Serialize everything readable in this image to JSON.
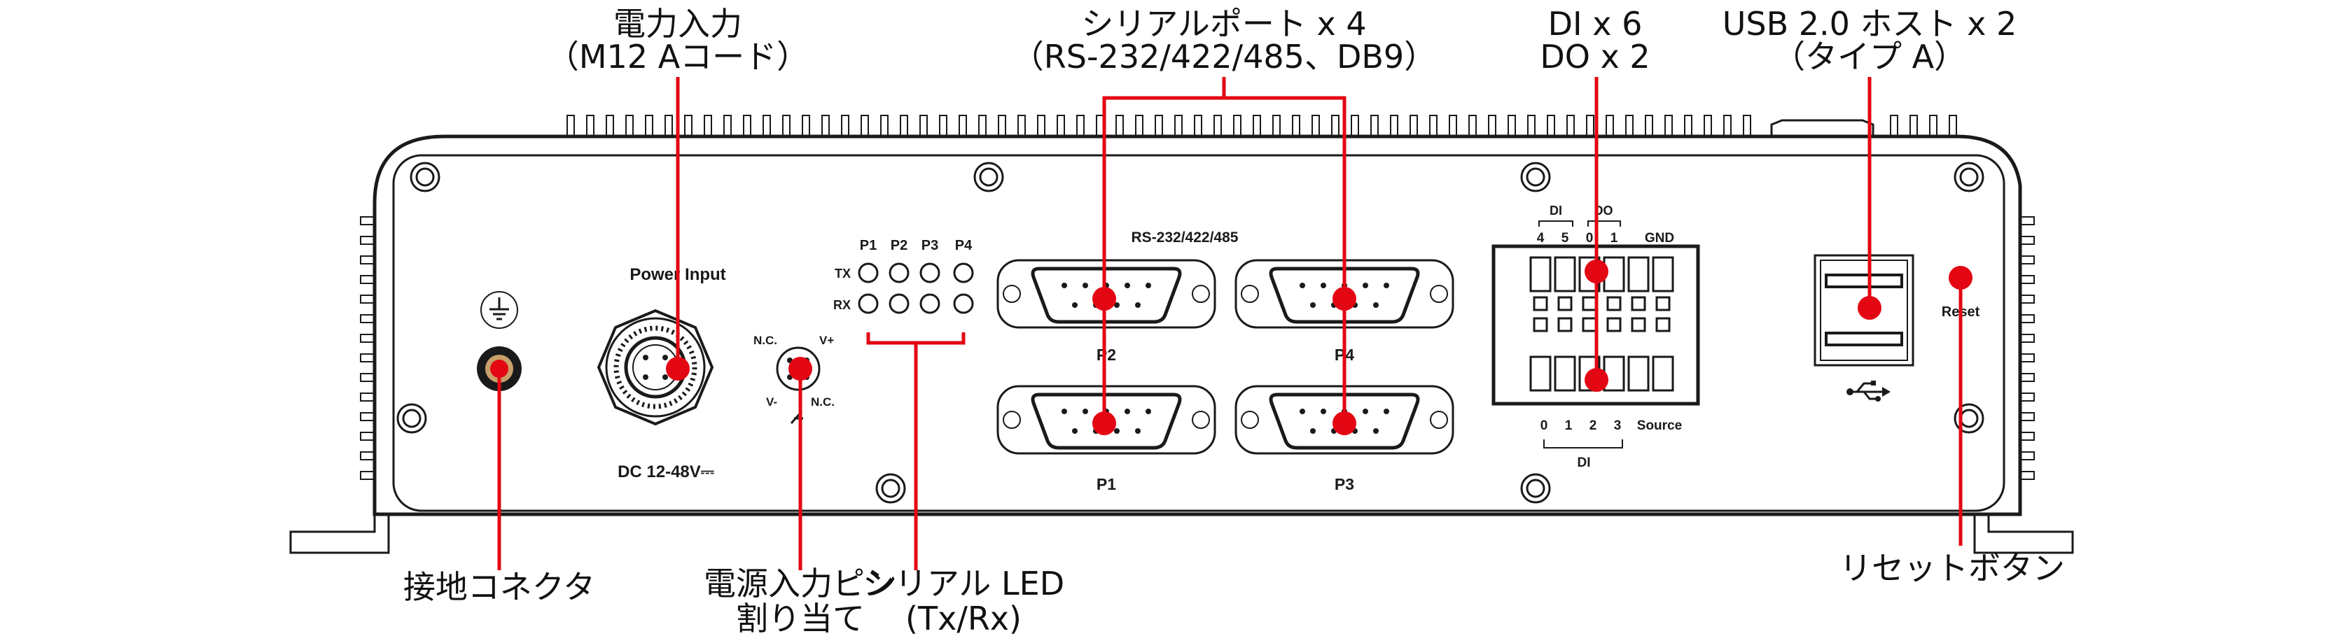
{
  "colors": {
    "accent": "#e30613",
    "line": "#1a1a1a",
    "panel": "#ffffff"
  },
  "callouts": {
    "power_input": {
      "line1": "電力入力",
      "line2": "（M12 Aコード）"
    },
    "serial_ports": {
      "line1": "シリアルポート x 4",
      "line2": "（RS-232/422/485、DB9）"
    },
    "dio": {
      "line1": "DI x 6",
      "line2": "DO x 2"
    },
    "usb": {
      "line1": "USB 2.0 ホスト x 2",
      "line2": "（タイプ A）"
    },
    "ground": "接地コネクタ",
    "pin_assignment": {
      "line1": "電源入力ピン",
      "line2": "割り当て"
    },
    "serial_led": {
      "line1": "シリアル LED",
      "line2": "(Tx/Rx)"
    },
    "reset": "リセットボタン"
  },
  "panel": {
    "power_input_label": "Power Input",
    "power_rating": "DC  12-48V⎓",
    "pin_nc_left": "N.C.",
    "pin_v_plus": "V+",
    "pin_v_minus": "V-",
    "pin_nc_right": "N.C.",
    "led_ports": [
      "P1",
      "P2",
      "P3",
      "P4"
    ],
    "led_tx": "TX",
    "led_rx": "RX",
    "serial_standard": "RS-232/422/485",
    "port_p1": "P1",
    "port_p2": "P2",
    "port_p3": "P3",
    "port_p4": "P4",
    "dio_di": "DI",
    "dio_do": "DO",
    "dio_top_numbers": [
      "4",
      "5",
      "0",
      "1"
    ],
    "dio_gnd": "GND",
    "dio_bottom_numbers": [
      "0",
      "1",
      "2",
      "3"
    ],
    "dio_source": "Source",
    "dio_di_bottom": "DI",
    "reset_label": "Reset"
  }
}
